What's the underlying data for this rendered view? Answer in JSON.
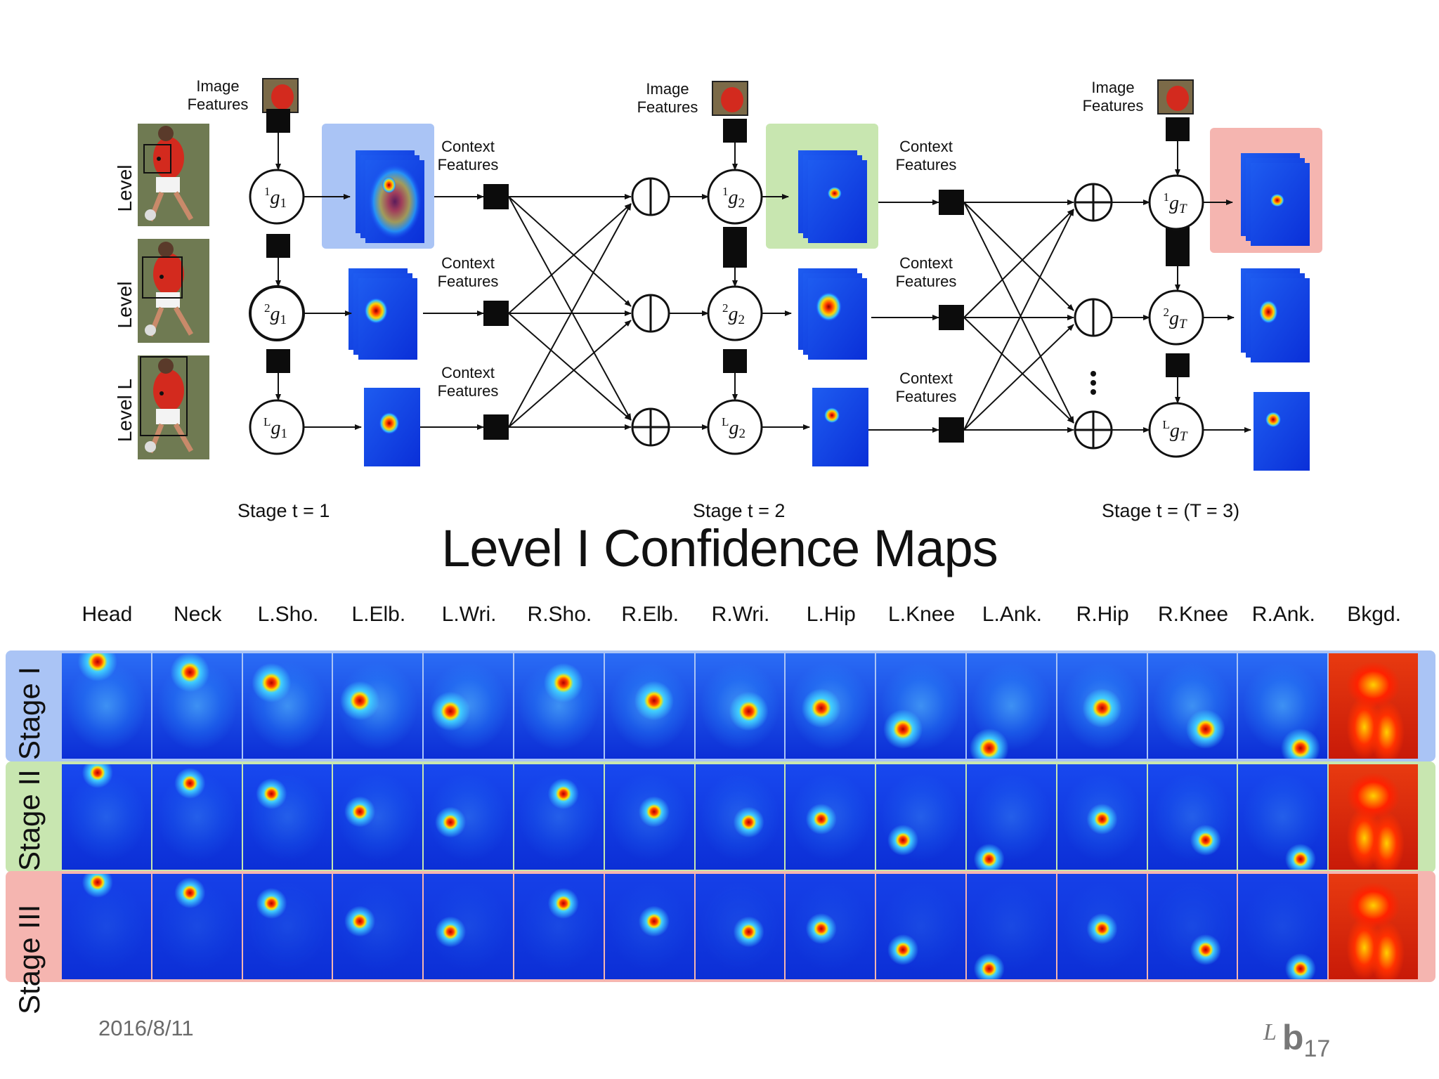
{
  "diagram": {
    "level_labels": [
      "Level",
      "Level",
      "Level L"
    ],
    "image_features_label": "Image Features",
    "context_features_label": "Context Features",
    "nodes": {
      "row1": [
        "1g1",
        "1g2",
        "1gT"
      ],
      "row2": [
        "2g1",
        "2g2",
        "2gT"
      ],
      "row3": [
        "Lg1",
        "Lg2",
        "LgT"
      ]
    },
    "stage_captions": [
      "Stage t = 1",
      "Stage t = 2",
      "Stage t = (T = 3)"
    ],
    "combine_ops": [
      "split",
      "split",
      "plus",
      "plus",
      "split",
      "plus"
    ],
    "colors": {
      "stage1": "#aac4f5",
      "stage2": "#c8e6b0",
      "stage3": "#f5b5b0"
    }
  },
  "title": "Level I Confidence Maps",
  "grid": {
    "joints": [
      "Head",
      "Neck",
      "L.Sho.",
      "L.Elb.",
      "L.Wri.",
      "R.Sho.",
      "R.Elb.",
      "R.Wri.",
      "L.Hip",
      "L.Knee",
      "L.Ank.",
      "R.Hip",
      "R.Knee",
      "R.Ank.",
      "Bkgd."
    ],
    "stages": [
      {
        "label": "Stage I",
        "color": "#aac4f5"
      },
      {
        "label": "Stage II",
        "color": "#c8e6b0"
      },
      {
        "label": "Stage III",
        "color": "#f5b5b0"
      }
    ]
  },
  "footer": {
    "date": "2016/8/11",
    "page_prefix": "L",
    "page_letter": "b",
    "page_number": "17"
  }
}
